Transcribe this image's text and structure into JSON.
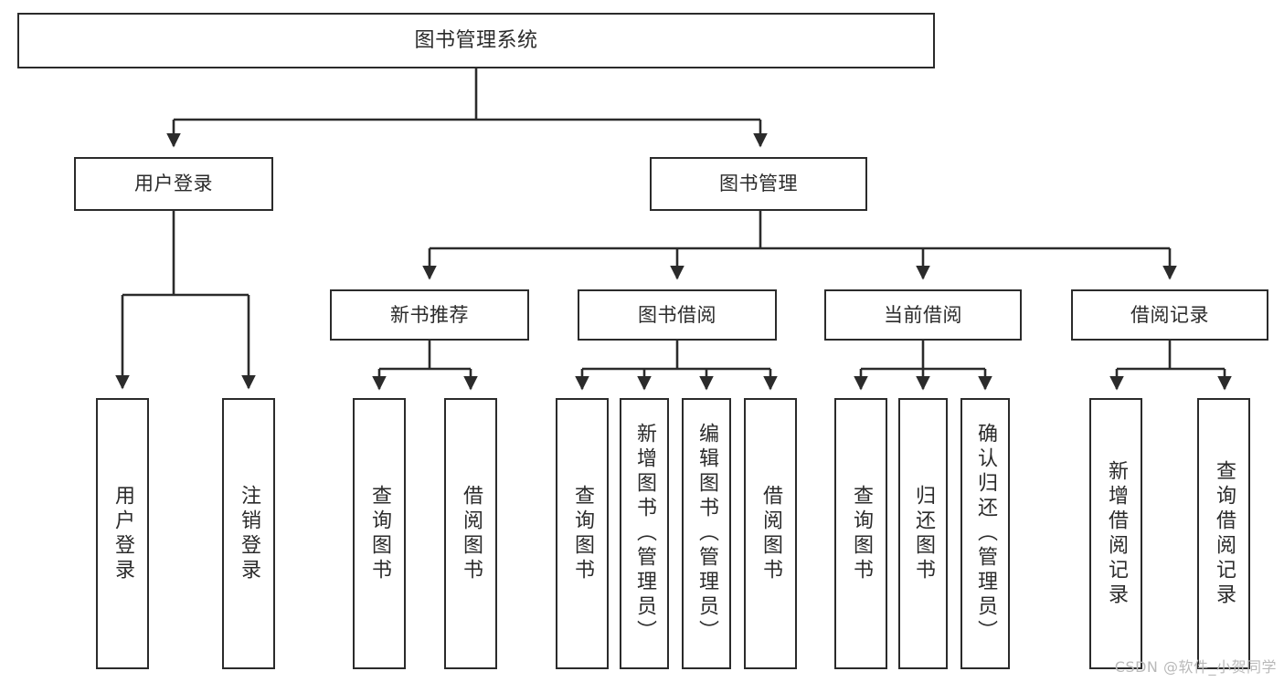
{
  "diagram": {
    "title": "图书管理系统",
    "type": "tree-hierarchy-diagram",
    "style": {
      "box_border_color": "#2b2b2b",
      "box_fill_color": "#ffffff",
      "edge_color": "#2b2b2b",
      "background_color": "#ffffff",
      "text_color": "#2b2b2b"
    },
    "nodes": {
      "root": {
        "label": "图书管理系统"
      },
      "level1": [
        {
          "label": "用户登录"
        },
        {
          "label": "图书管理"
        }
      ],
      "level2": [
        {
          "label": "新书推荐"
        },
        {
          "label": "图书借阅"
        },
        {
          "label": "当前借阅"
        },
        {
          "label": "借阅记录"
        }
      ],
      "leaves": {
        "user_login": [
          {
            "label": "用户登录"
          },
          {
            "label": "注销登录"
          }
        ],
        "new_book_recommend": [
          {
            "label": "查询图书"
          },
          {
            "label": "借阅图书"
          }
        ],
        "book_borrow": [
          {
            "label": "查询图书"
          },
          {
            "label": "新增图书（管理员）"
          },
          {
            "label": "编辑图书（管理员）"
          },
          {
            "label": "借阅图书"
          }
        ],
        "current_borrow": [
          {
            "label": "查询图书"
          },
          {
            "label": "归还图书"
          },
          {
            "label": "确认归还（管理员）"
          }
        ],
        "borrow_record": [
          {
            "label": "新增借阅记录"
          },
          {
            "label": "查询借阅记录"
          }
        ]
      }
    }
  },
  "watermark": {
    "text": "CSDN @软件_小贺同学"
  }
}
